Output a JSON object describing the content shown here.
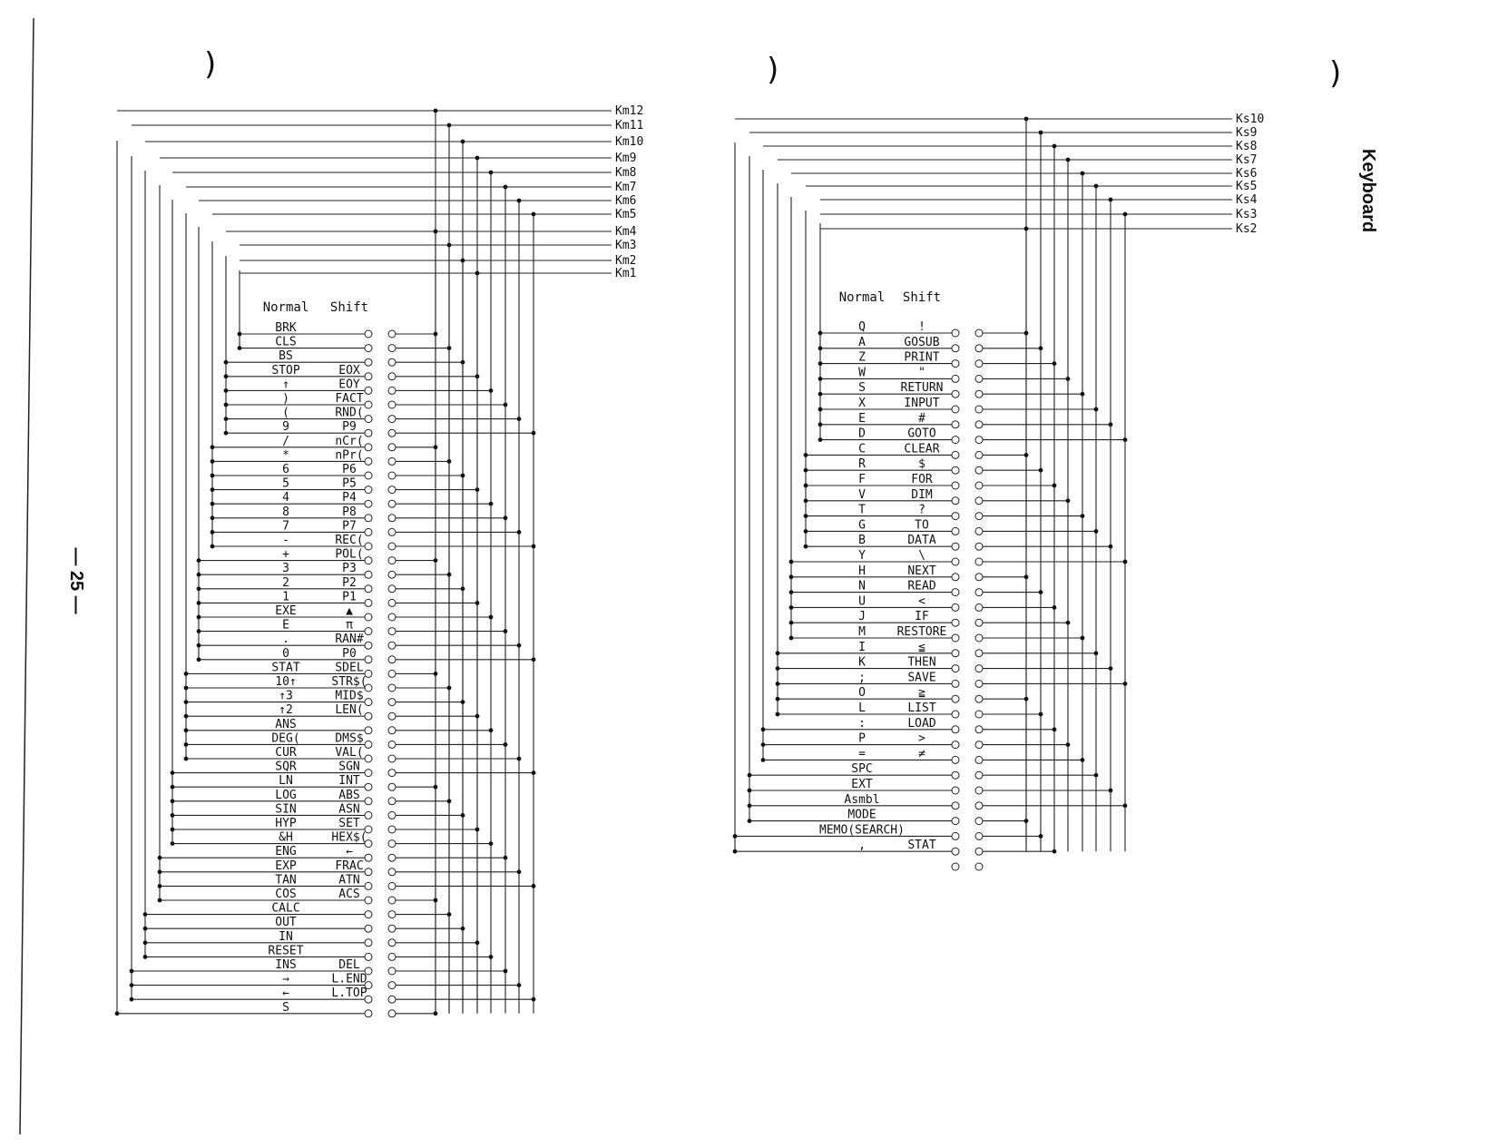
{
  "page_number": "— 25 —",
  "section_title": "Keyboard",
  "left_panel": {
    "header_normal": "Normal",
    "header_shift": "Shift",
    "bus_lines": [
      "Km12",
      "Km11",
      "Km10",
      "Km9",
      "Km8",
      "Km7",
      "Km6",
      "Km5",
      "Km4",
      "Km3",
      "Km2",
      "Km1"
    ],
    "keys": [
      {
        "n": "BRK",
        "s": ""
      },
      {
        "n": "CLS",
        "s": ""
      },
      {
        "n": "BS",
        "s": ""
      },
      {
        "n": "STOP",
        "s": "EOX"
      },
      {
        "n": "↑",
        "s": "EOY"
      },
      {
        "n": ")",
        "s": "FACT"
      },
      {
        "n": "(",
        "s": "RND("
      },
      {
        "n": "9",
        "s": "P9"
      },
      {
        "n": "/",
        "s": "nCr("
      },
      {
        "n": "*",
        "s": "nPr("
      },
      {
        "n": "6",
        "s": "P6"
      },
      {
        "n": "5",
        "s": "P5"
      },
      {
        "n": "4",
        "s": "P4"
      },
      {
        "n": "8",
        "s": "P8"
      },
      {
        "n": "7",
        "s": "P7"
      },
      {
        "n": "-",
        "s": "REC("
      },
      {
        "n": "+",
        "s": "POL("
      },
      {
        "n": "3",
        "s": "P3"
      },
      {
        "n": "2",
        "s": "P2"
      },
      {
        "n": "1",
        "s": "P1"
      },
      {
        "n": "EXE",
        "s": "▲"
      },
      {
        "n": "E",
        "s": "π"
      },
      {
        "n": ".",
        "s": "RAN#"
      },
      {
        "n": "0",
        "s": "P0"
      },
      {
        "n": "STAT",
        "s": "SDEL"
      },
      {
        "n": "10↑",
        "s": "STR$("
      },
      {
        "n": "↑3",
        "s": "MID$"
      },
      {
        "n": "↑2",
        "s": "LEN("
      },
      {
        "n": "ANS",
        "s": ""
      },
      {
        "n": "DEG(",
        "s": "DMS$"
      },
      {
        "n": "CUR",
        "s": "VAL("
      },
      {
        "n": "SQR",
        "s": "SGN"
      },
      {
        "n": "LN",
        "s": "INT"
      },
      {
        "n": "LOG",
        "s": "ABS"
      },
      {
        "n": "SIN",
        "s": "ASN"
      },
      {
        "n": "HYP",
        "s": "SET"
      },
      {
        "n": "&H",
        "s": "HEX$("
      },
      {
        "n": "ENG",
        "s": "←"
      },
      {
        "n": "EXP",
        "s": "FRAC"
      },
      {
        "n": "TAN",
        "s": "ATN"
      },
      {
        "n": "COS",
        "s": "ACS"
      },
      {
        "n": "CALC",
        "s": ""
      },
      {
        "n": "OUT",
        "s": ""
      },
      {
        "n": "IN",
        "s": ""
      },
      {
        "n": "RESET",
        "s": ""
      },
      {
        "n": "INS",
        "s": "DEL"
      },
      {
        "n": "→",
        "s": "L.END"
      },
      {
        "n": "←",
        "s": "L.TOP"
      },
      {
        "n": "S",
        "s": ""
      }
    ]
  },
  "right_panel": {
    "header_normal": "Normal",
    "header_shift": "Shift",
    "bus_lines": [
      "Ks10",
      "Ks9",
      "Ks8",
      "Ks7",
      "Ks6",
      "Ks5",
      "Ks4",
      "Ks3",
      "Ks2"
    ],
    "keys": [
      {
        "n": "Q",
        "s": "!"
      },
      {
        "n": "A",
        "s": "GOSUB"
      },
      {
        "n": "Z",
        "s": "PRINT"
      },
      {
        "n": "W",
        "s": "\""
      },
      {
        "n": "S",
        "s": "RETURN"
      },
      {
        "n": "X",
        "s": "INPUT"
      },
      {
        "n": "E",
        "s": "#"
      },
      {
        "n": "D",
        "s": "GOTO"
      },
      {
        "n": "C",
        "s": "CLEAR"
      },
      {
        "n": "R",
        "s": "$"
      },
      {
        "n": "F",
        "s": "FOR"
      },
      {
        "n": "V",
        "s": "DIM"
      },
      {
        "n": "T",
        "s": "?"
      },
      {
        "n": "G",
        "s": "TO"
      },
      {
        "n": "B",
        "s": "DATA"
      },
      {
        "n": "Y",
        "s": "\\"
      },
      {
        "n": "H",
        "s": "NEXT"
      },
      {
        "n": "N",
        "s": "READ"
      },
      {
        "n": "U",
        "s": "<"
      },
      {
        "n": "J",
        "s": "IF"
      },
      {
        "n": "M",
        "s": "RESTORE"
      },
      {
        "n": "I",
        "s": "≦"
      },
      {
        "n": "K",
        "s": "THEN"
      },
      {
        "n": ";",
        "s": "SAVE"
      },
      {
        "n": "O",
        "s": "≧"
      },
      {
        "n": "L",
        "s": "LIST"
      },
      {
        "n": ":",
        "s": "LOAD"
      },
      {
        "n": "P",
        "s": ">"
      },
      {
        "n": "=",
        "s": "≠"
      },
      {
        "n": "SPC",
        "s": ""
      },
      {
        "n": "EXT",
        "s": ""
      },
      {
        "n": "Asmbl",
        "s": ""
      },
      {
        "n": "MODE",
        "s": ""
      },
      {
        "n": "MEMO(SEARCH)",
        "s": ""
      },
      {
        "n": ",",
        "s": "STAT"
      }
    ]
  }
}
